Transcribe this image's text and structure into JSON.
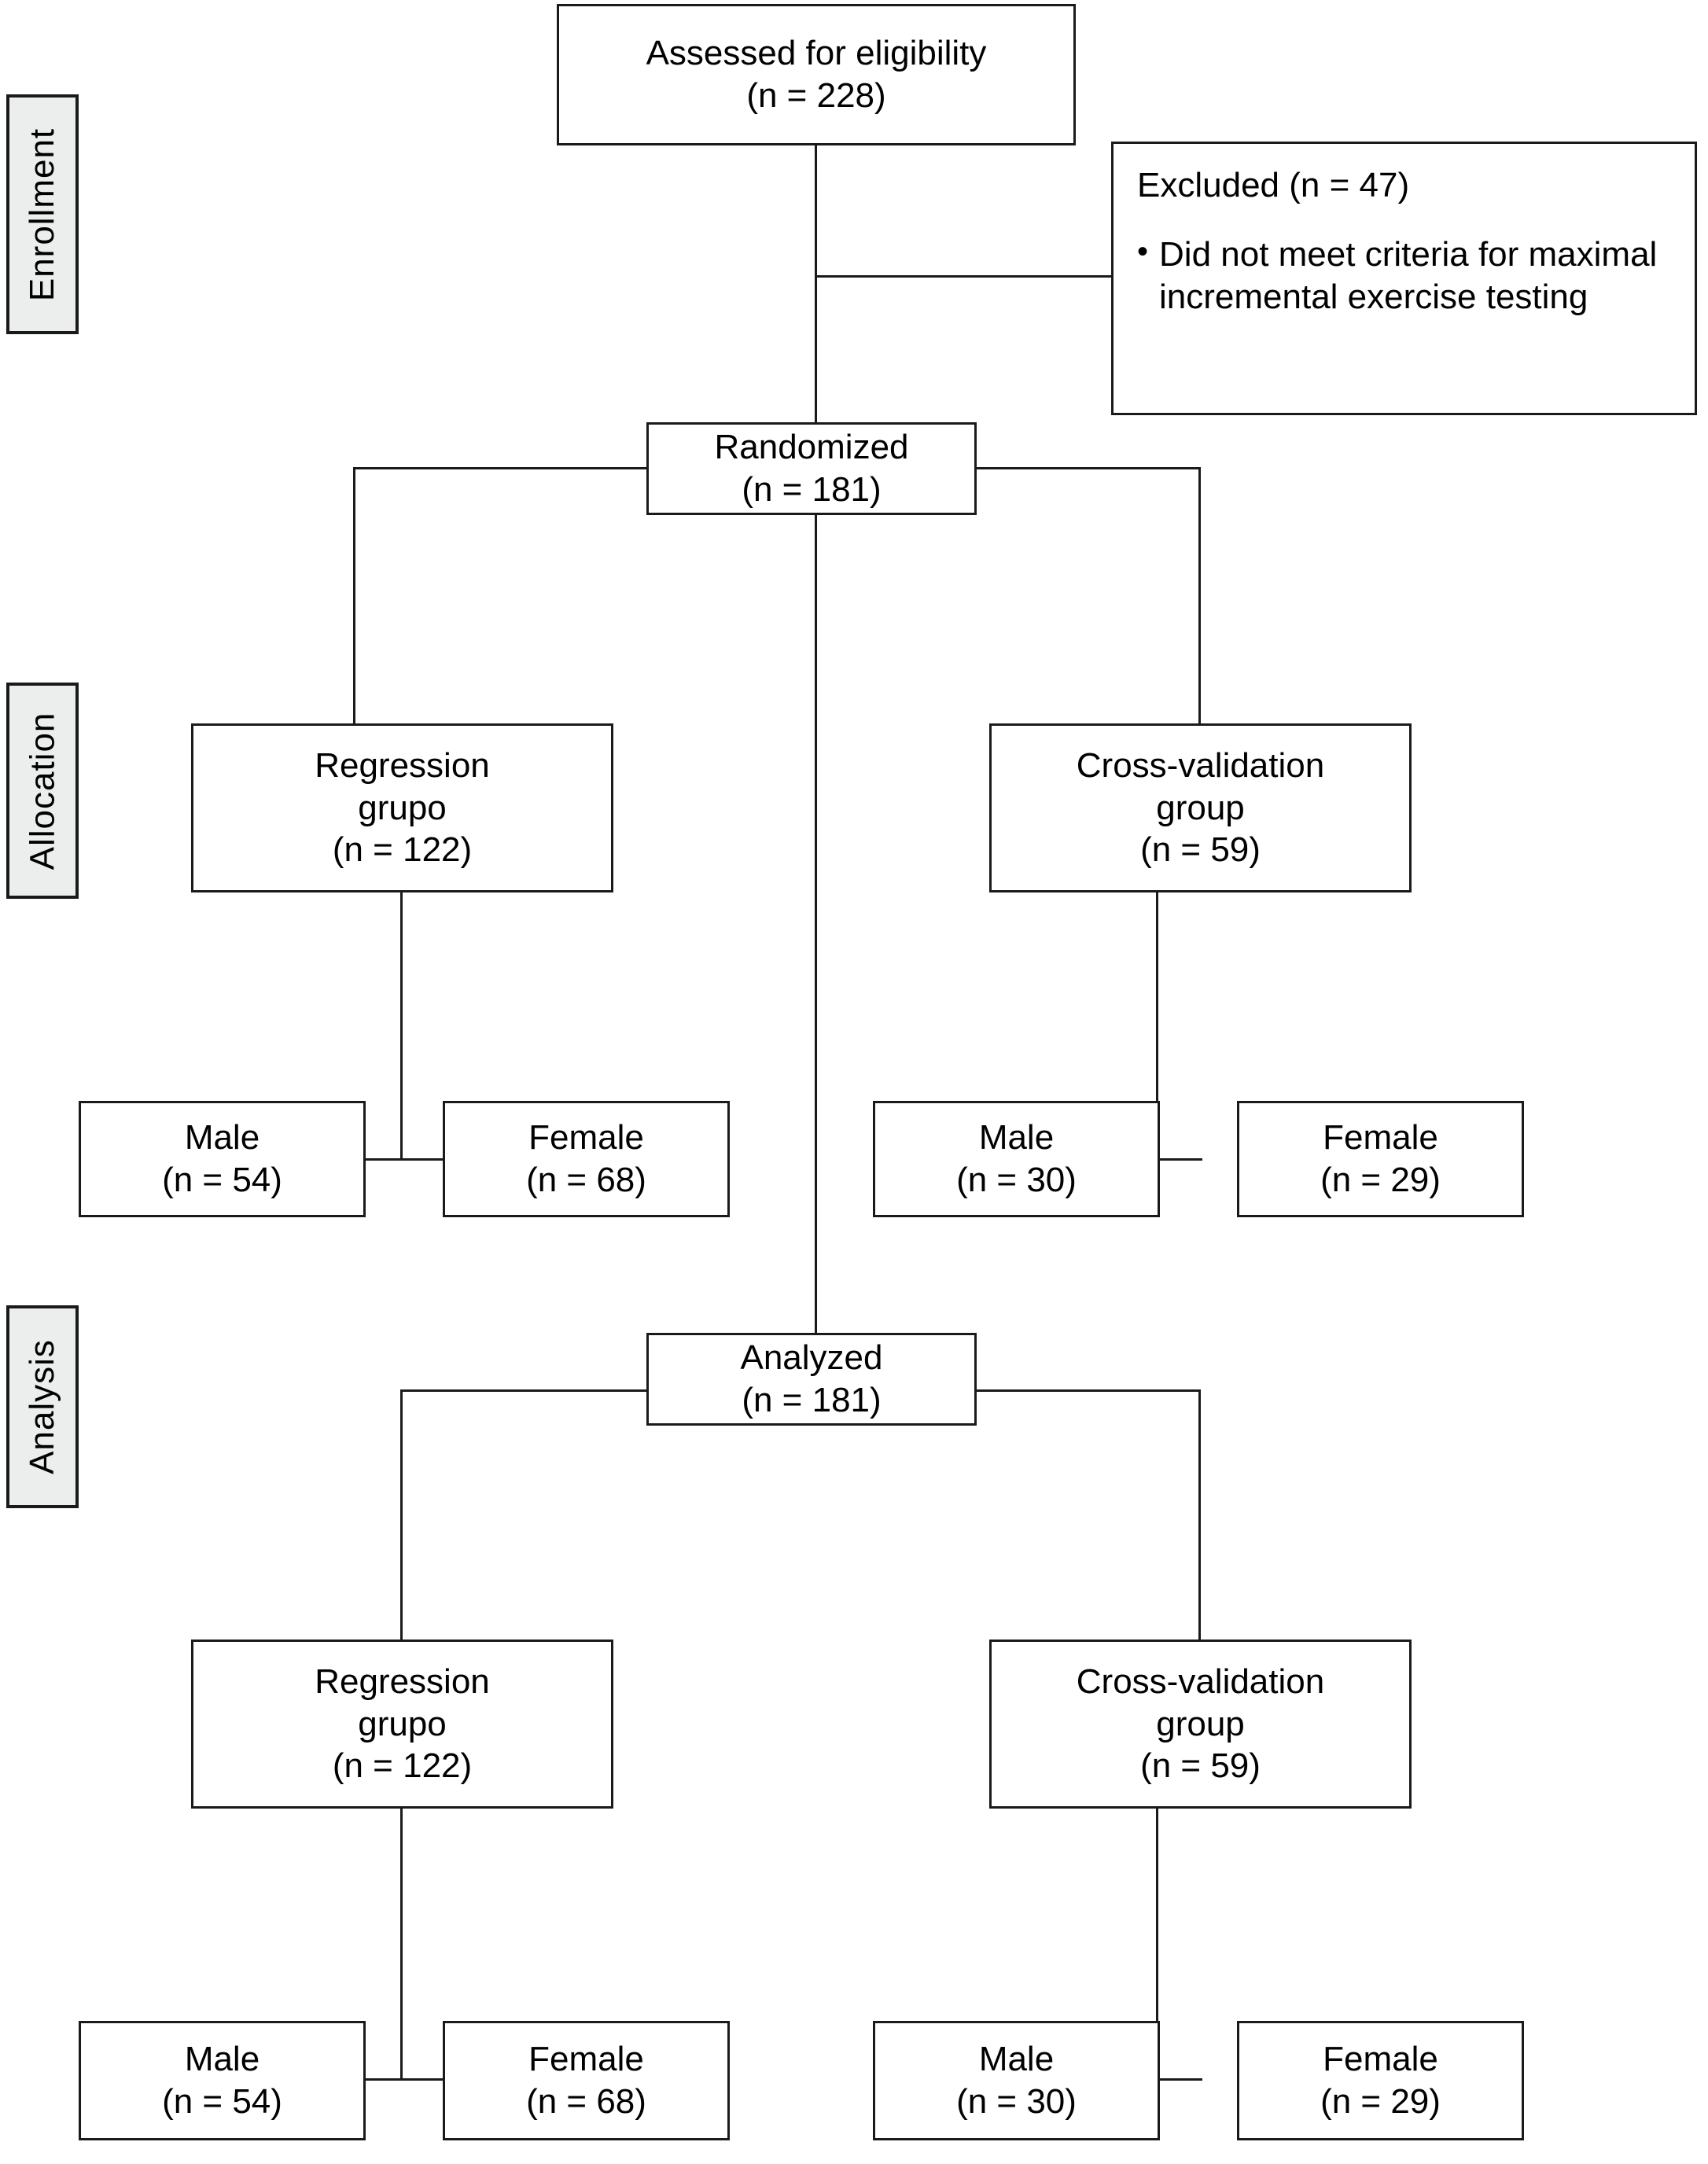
{
  "diagram": {
    "type": "CONSORT participant flow diagram",
    "stages": [
      {
        "id": "enrollment",
        "label": "Enrollment"
      },
      {
        "id": "allocation",
        "label": "Allocation"
      },
      {
        "id": "analysis",
        "label": "Analysis"
      }
    ],
    "nodes": {
      "assessed": {
        "line1": "Assessed for eligibility",
        "line2": "(n = 228)"
      },
      "excluded": {
        "heading": "Excluded (n = 47)",
        "bullet_marker": "•",
        "bullet": "Did not meet criteria for maximal incremental exercise testing"
      },
      "randomized": {
        "line1": "Randomized",
        "line2": "(n = 181)"
      },
      "alloc_regression": {
        "line1": "Regression",
        "line2": "grupo",
        "line3": "(n = 122)"
      },
      "alloc_crossval": {
        "line1": "Cross-validation",
        "line2": "group",
        "line3": "(n = 59)"
      },
      "alloc_reg_male": {
        "line1": "Male",
        "line2": "(n = 54)"
      },
      "alloc_reg_female": {
        "line1": "Female",
        "line2": "(n = 68)"
      },
      "alloc_cv_male": {
        "line1": "Male",
        "line2": "(n = 30)"
      },
      "alloc_cv_female": {
        "line1": "Female",
        "line2": "(n = 29)"
      },
      "analyzed": {
        "line1": "Analyzed",
        "line2": "(n = 181)"
      },
      "ana_regression": {
        "line1": "Regression",
        "line2": "grupo",
        "line3": "(n = 122)"
      },
      "ana_crossval": {
        "line1": "Cross-validation",
        "line2": "group",
        "line3": "(n = 59)"
      },
      "ana_reg_male": {
        "line1": "Male",
        "line2": "(n = 54)"
      },
      "ana_reg_female": {
        "line1": "Female",
        "line2": "(n = 68)"
      },
      "ana_cv_male": {
        "line1": "Male",
        "line2": "(n = 30)"
      },
      "ana_cv_female": {
        "line1": "Female",
        "line2": "(n = 29)"
      }
    },
    "colors": {
      "stroke": "#1a1a1a",
      "stage_fill": "#eceded",
      "background": "#ffffff"
    }
  }
}
